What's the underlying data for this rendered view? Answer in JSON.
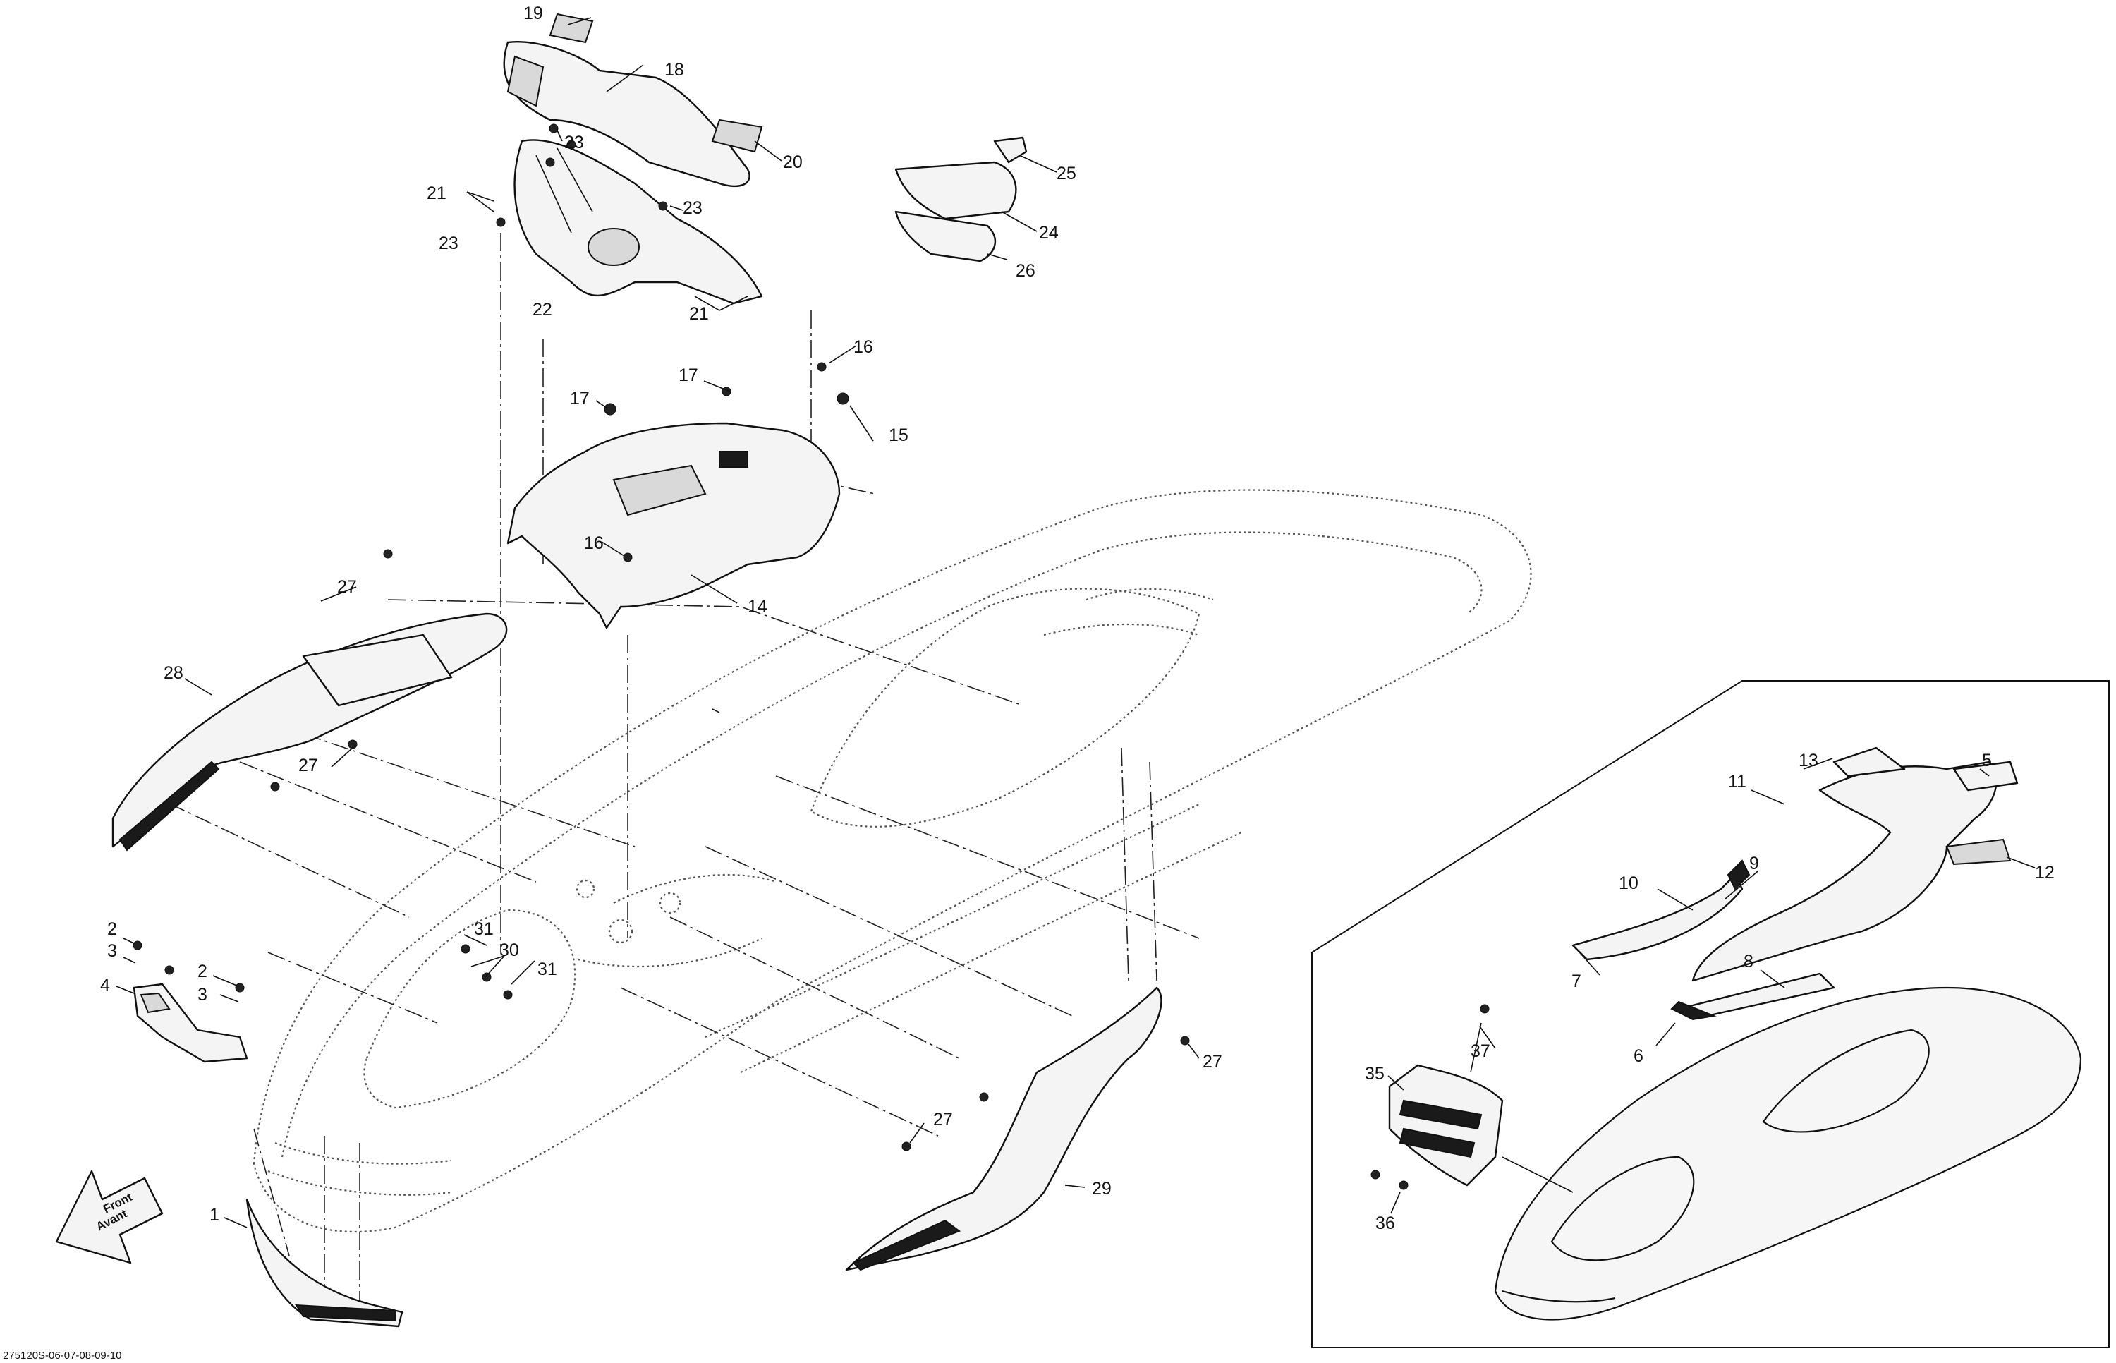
{
  "diagram": {
    "reference_code": "275120S-06-07-08-09-10",
    "front_arrow": {
      "line1": "Front",
      "line2": "Avant"
    },
    "callouts": [
      "1",
      "2",
      "3",
      "4",
      "5",
      "6",
      "7",
      "8",
      "9",
      "10",
      "11",
      "12",
      "13",
      "14",
      "15",
      "16",
      "17",
      "18",
      "19",
      "20",
      "21",
      "22",
      "23",
      "24",
      "25",
      "26",
      "27",
      "28",
      "29",
      "30",
      "31",
      "35",
      "36",
      "37"
    ]
  }
}
